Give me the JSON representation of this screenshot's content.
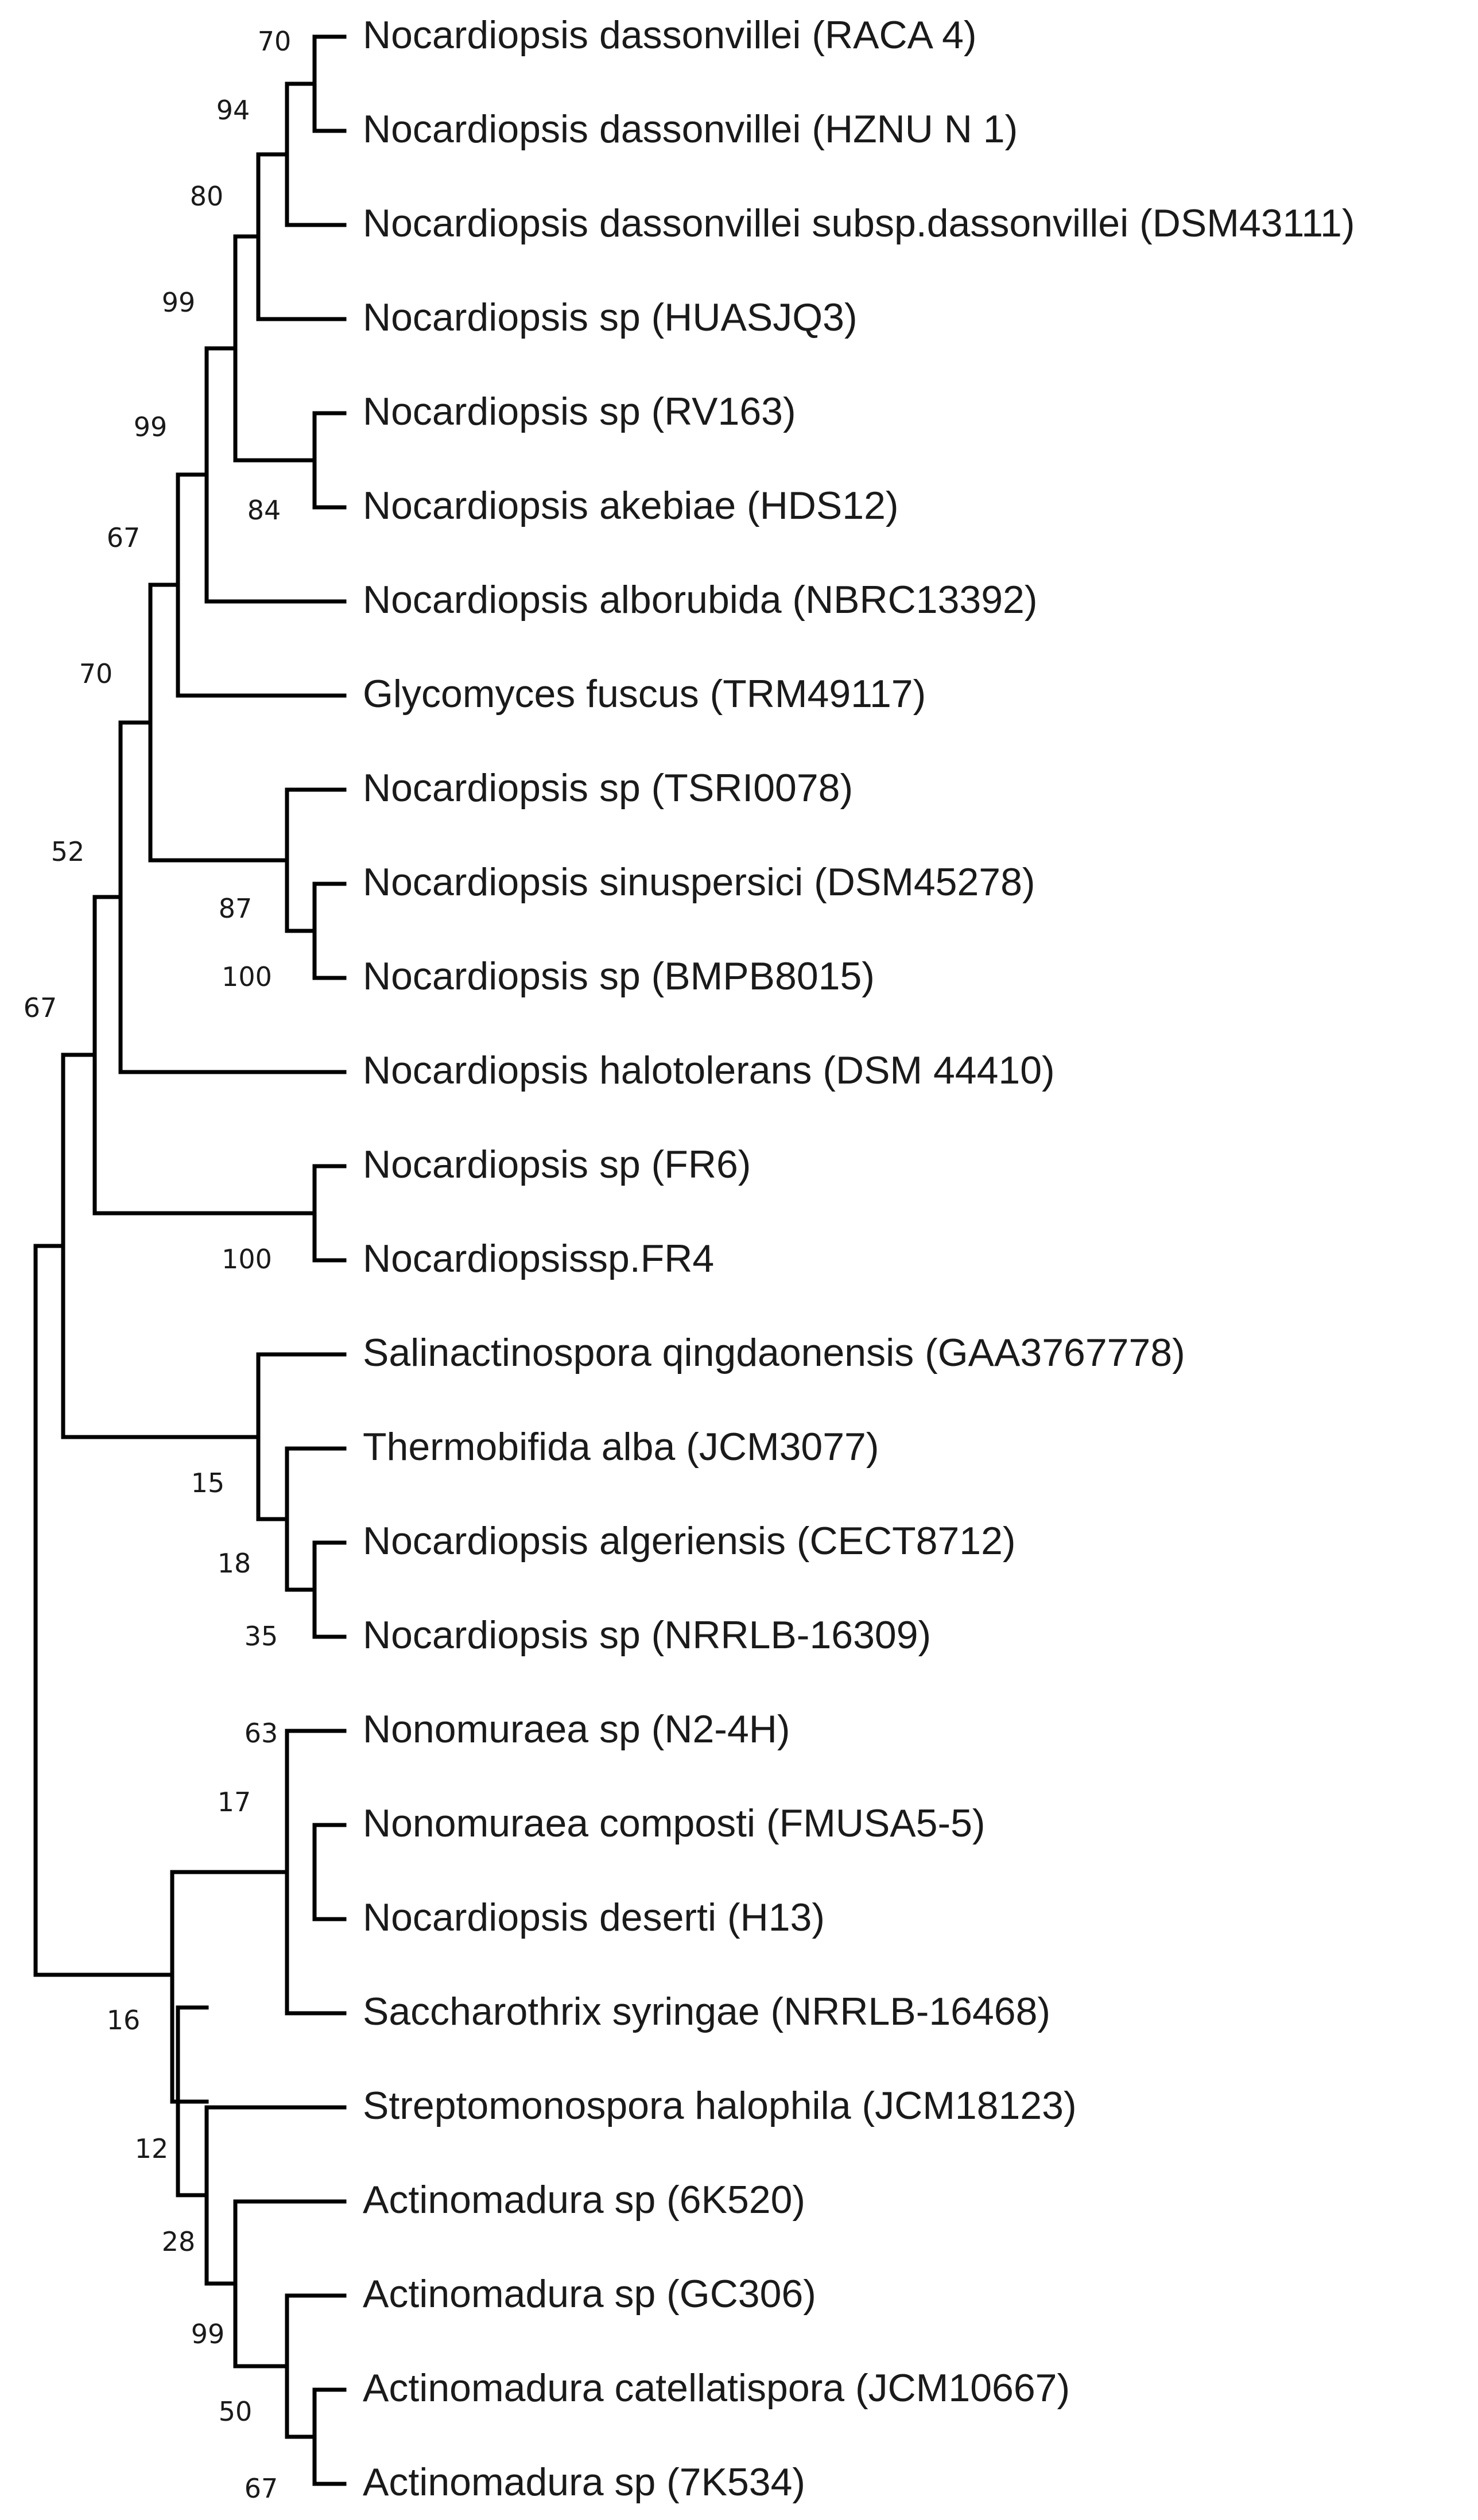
{
  "tree": {
    "taxa": [
      "Nocardiopsis dassonvillei (RACA 4)",
      "Nocardiopsis dassonvillei (HZNU N 1)",
      "Nocardiopsis dassonvillei subsp.dassonvillei (DSM43111)",
      "Nocardiopsis sp (HUASJQ3)",
      "Nocardiopsis sp (RV163)",
      "Nocardiopsis akebiae (HDS12)",
      "Nocardiopsis alborubida (NBRC13392)",
      "Glycomyces fuscus (TRM49117)",
      "Nocardiopsis sp (TSRI0078)",
      "Nocardiopsis sinuspersici (DSM45278)",
      "Nocardiopsis sp (BMPB8015)",
      "Nocardiopsis halotolerans (DSM 44410)",
      "Nocardiopsis sp (FR6)",
      "Nocardiopsissp.FR4",
      "Salinactinospora qingdaonensis (GAA3767778)",
      "Thermobifida alba (JCM3077)",
      "Nocardiopsis algeriensis (CECT8712)",
      "Nocardiopsis sp (NRRLB-16309)",
      "Nonomuraea sp (N2-4H)",
      "Nonomuraea composti (FMUSA5-5)",
      "Nocardiopsis deserti (H13)",
      "Saccharothrix syringae (NRRLB-16468)",
      "Streptomonospora halophila (JCM18123)",
      "Actinomadura sp (6K520)",
      "Actinomadura sp (GC306)",
      "Actinomadura catellatispora (JCM10667)",
      "Actinomadura sp (7K534)"
    ],
    "bootstrap": [
      "70",
      "94",
      "80",
      "99",
      "99",
      "84",
      "67",
      "70",
      "52",
      "87",
      "100",
      "67",
      "100",
      "15",
      "18",
      "35",
      "63",
      "17",
      "16",
      "12",
      "28",
      "99",
      "50",
      "67"
    ]
  }
}
